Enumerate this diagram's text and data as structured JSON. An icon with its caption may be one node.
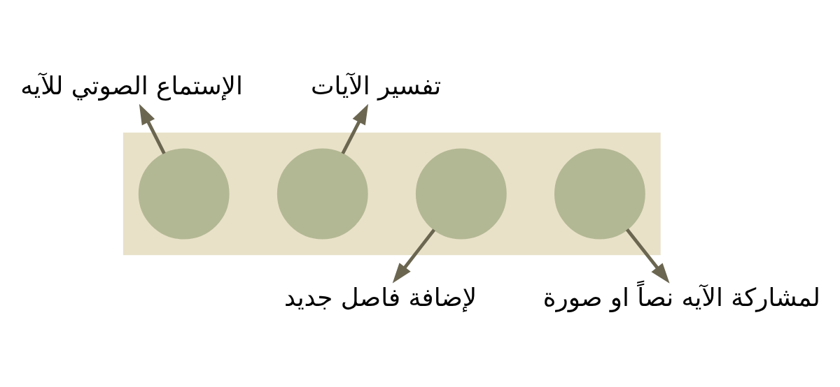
{
  "diagram": {
    "nodes": [
      {
        "text": [],
        "shape": "box"
      },
      {
        "text": [],
        "shape": "circle",
        "in": 0
      },
      {
        "text": [],
        "shape": "circle",
        "in": 0
      },
      {
        "text": [],
        "shape": "circle",
        "in": 0
      },
      {
        "text": [],
        "shape": "circle",
        "in": 0
      },
      {
        "text": [
          "الإستماع الصوتي للآيه"
        ]
      },
      {
        "text": [
          "تفسير الآيات"
        ]
      },
      {
        "text": [
          "لإضافة فاصل جديد"
        ]
      },
      {
        "text": [
          "لمشاركة الآيه نصاً او صورة"
        ]
      }
    ],
    "edges": [
      {
        "from": 1,
        "to": 5,
        "arrow": "to"
      },
      {
        "from": 2,
        "to": 6,
        "arrow": "to"
      },
      {
        "from": 3,
        "to": 7,
        "arrow": "to"
      },
      {
        "from": 4,
        "to": 8,
        "arrow": "to"
      }
    ]
  }
}
